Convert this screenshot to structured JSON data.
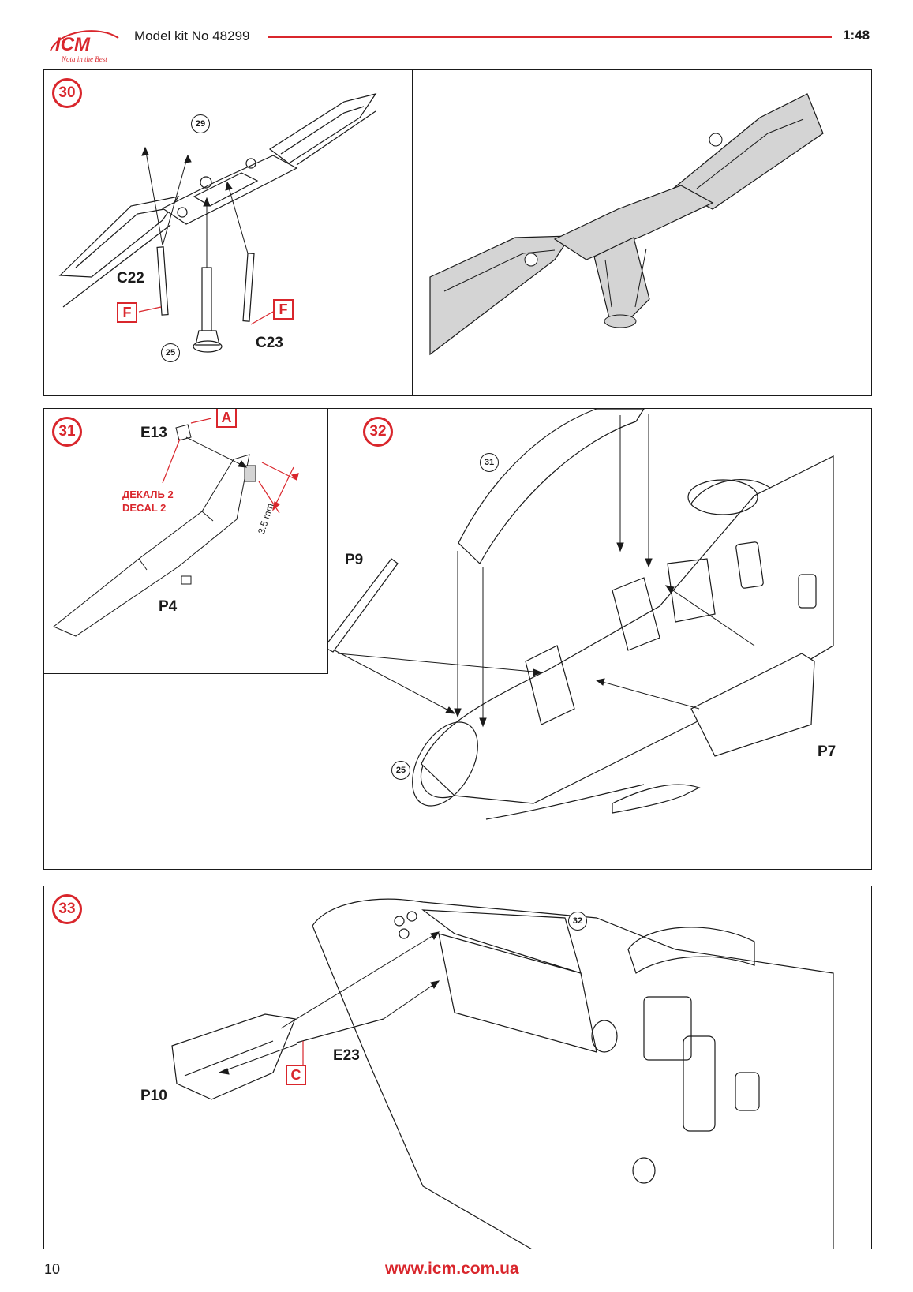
{
  "header": {
    "brand": "ICM",
    "tagline": "Nota in the Best",
    "kit_title": "Model kit No 48299",
    "scale": "1:48"
  },
  "colors": {
    "accent": "#d9262c",
    "line": "#1a1a1a",
    "shade": "#d4d4d4"
  },
  "steps": {
    "s30": {
      "number": "30",
      "ref": "29",
      "ref_bottom": "25",
      "parts": {
        "left": "C22",
        "right": "C23"
      },
      "color_left": "F",
      "color_right": "F"
    },
    "s31": {
      "number": "31",
      "part_top": "E13",
      "part_bottom": "P4",
      "color": "A",
      "decal_line1": "ДЕКАЛЬ 2",
      "decal_line2": "DECAL 2",
      "dimension": "3.5 mm"
    },
    "s32": {
      "number": "32",
      "ref_top": "31",
      "ref_bottom": "25",
      "part_left": "P9",
      "part_right": "P7"
    },
    "s33": {
      "number": "33",
      "ref": "32",
      "part_rod": "E23",
      "part_door": "P10",
      "color": "C"
    }
  },
  "footer": {
    "page_number": "10",
    "website": "www.icm.com.ua"
  }
}
